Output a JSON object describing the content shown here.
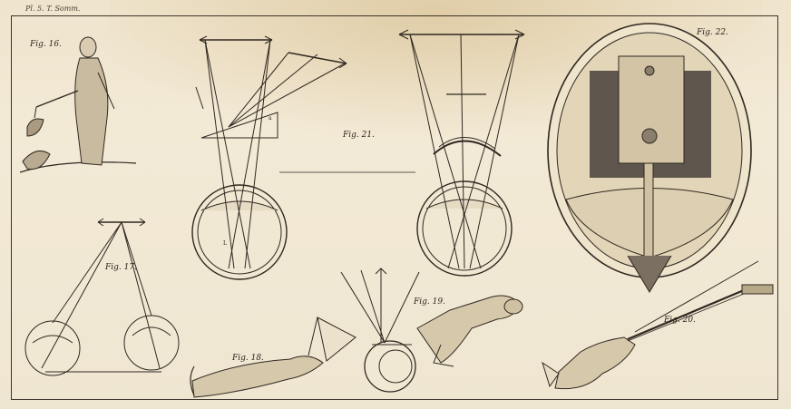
{
  "plate": {
    "header": "Pl. 5. T. Somm.",
    "figures": {
      "fig16": "Fig. 16.",
      "fig17": "Fig. 17.",
      "fig18": "Fig. 18.",
      "fig19": "Fig. 19.",
      "fig20": "Fig. 20.",
      "fig21": "Fig. 21.",
      "fig22": "Fig. 22."
    }
  },
  "colors": {
    "paper": "#f1e8d3",
    "ink": "#2f2820",
    "stain": "#cdaf78",
    "dark_field": "#5e564c"
  }
}
